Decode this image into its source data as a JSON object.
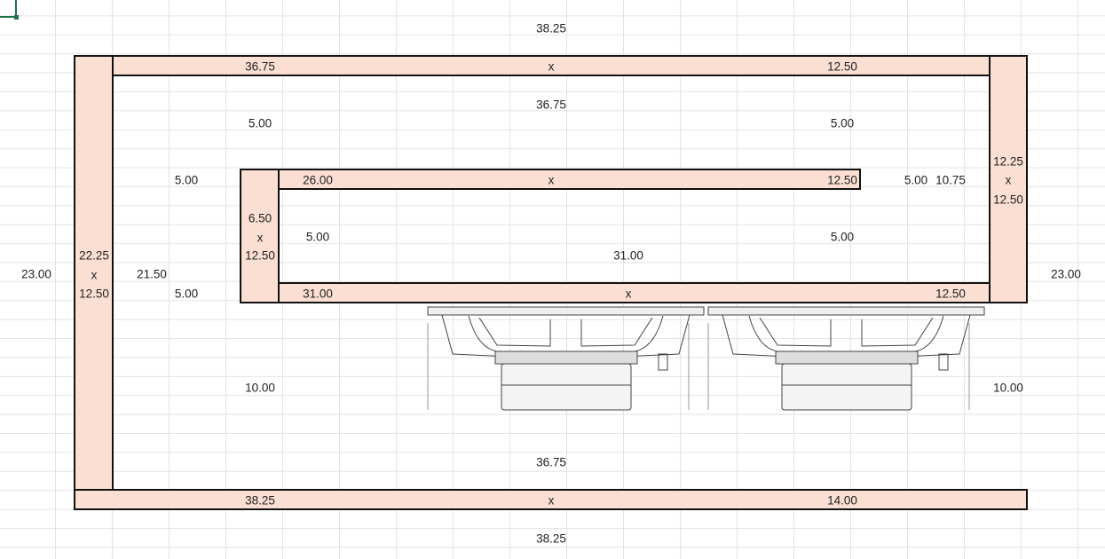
{
  "top_total": "38.25",
  "bottom_total": "38.25",
  "left_height": "23.00",
  "right_height": "23.00",
  "top_board": {
    "length": "36.75",
    "x": "x",
    "width": "12.50"
  },
  "top_inner": "36.75",
  "gap_top_left": "5.00",
  "gap_top_right": "5.00",
  "right_board": {
    "length": "12.25",
    "x": "x",
    "width": "12.50"
  },
  "left_board": {
    "length": "22.25",
    "x": "x",
    "width": "12.50"
  },
  "left_inner": "21.50",
  "gap_left_upper": "5.00",
  "gap_left_lower": "5.00",
  "inner_top_board": {
    "length": "26.00",
    "x": "x",
    "width": "12.50"
  },
  "right_gaps": {
    "a": "5.00",
    "b": "10.75"
  },
  "divider_board": {
    "length": "6.50",
    "x": "x",
    "width": "12.50"
  },
  "inner_gap_left": "5.00",
  "inner_gap_right": "5.00",
  "inner_span": "31.00",
  "inner_bottom_board": {
    "length": "31.00",
    "x": "x",
    "width": "12.50"
  },
  "lower_left_height": "10.00",
  "lower_right_height": "10.00",
  "bottom_inner": "36.75",
  "bottom_board": {
    "length": "38.25",
    "x": "x",
    "width": "14.00"
  }
}
